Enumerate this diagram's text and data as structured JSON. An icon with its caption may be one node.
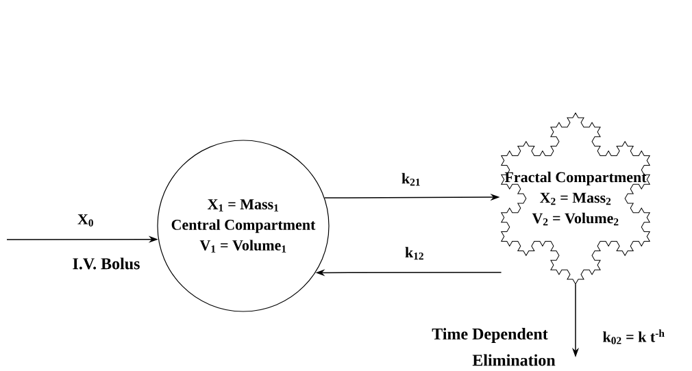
{
  "diagram": {
    "nodes": [
      {
        "text": [
          "X$_{1}$ = Mass$_{1}$",
          "Central Compartment",
          "V$_{1}$ = Volume$_{1}$"
        ]
      },
      {
        "text": [
          "Fractal Compartment",
          "X$_{2}$ = Mass$_{2}$",
          "V$_{2}$ = Volume$_{2}$"
        ]
      }
    ],
    "edges": [
      {
        "from": null,
        "to": 0,
        "arrow": "to",
        "label": "X$_{0}$"
      },
      {
        "from": 0,
        "to": 1,
        "arrow": "to",
        "label": "k$_{21}$"
      },
      {
        "from": 1,
        "to": 0,
        "arrow": "to",
        "label": "k$_{12}$"
      },
      {
        "from": 1,
        "to": null,
        "arrow": "to",
        "label": "k$_{02}$ = k t$^{-h}$"
      }
    ],
    "labels": [
      "I.V. Bolus",
      "Time Dependent",
      "Elimination"
    ]
  }
}
